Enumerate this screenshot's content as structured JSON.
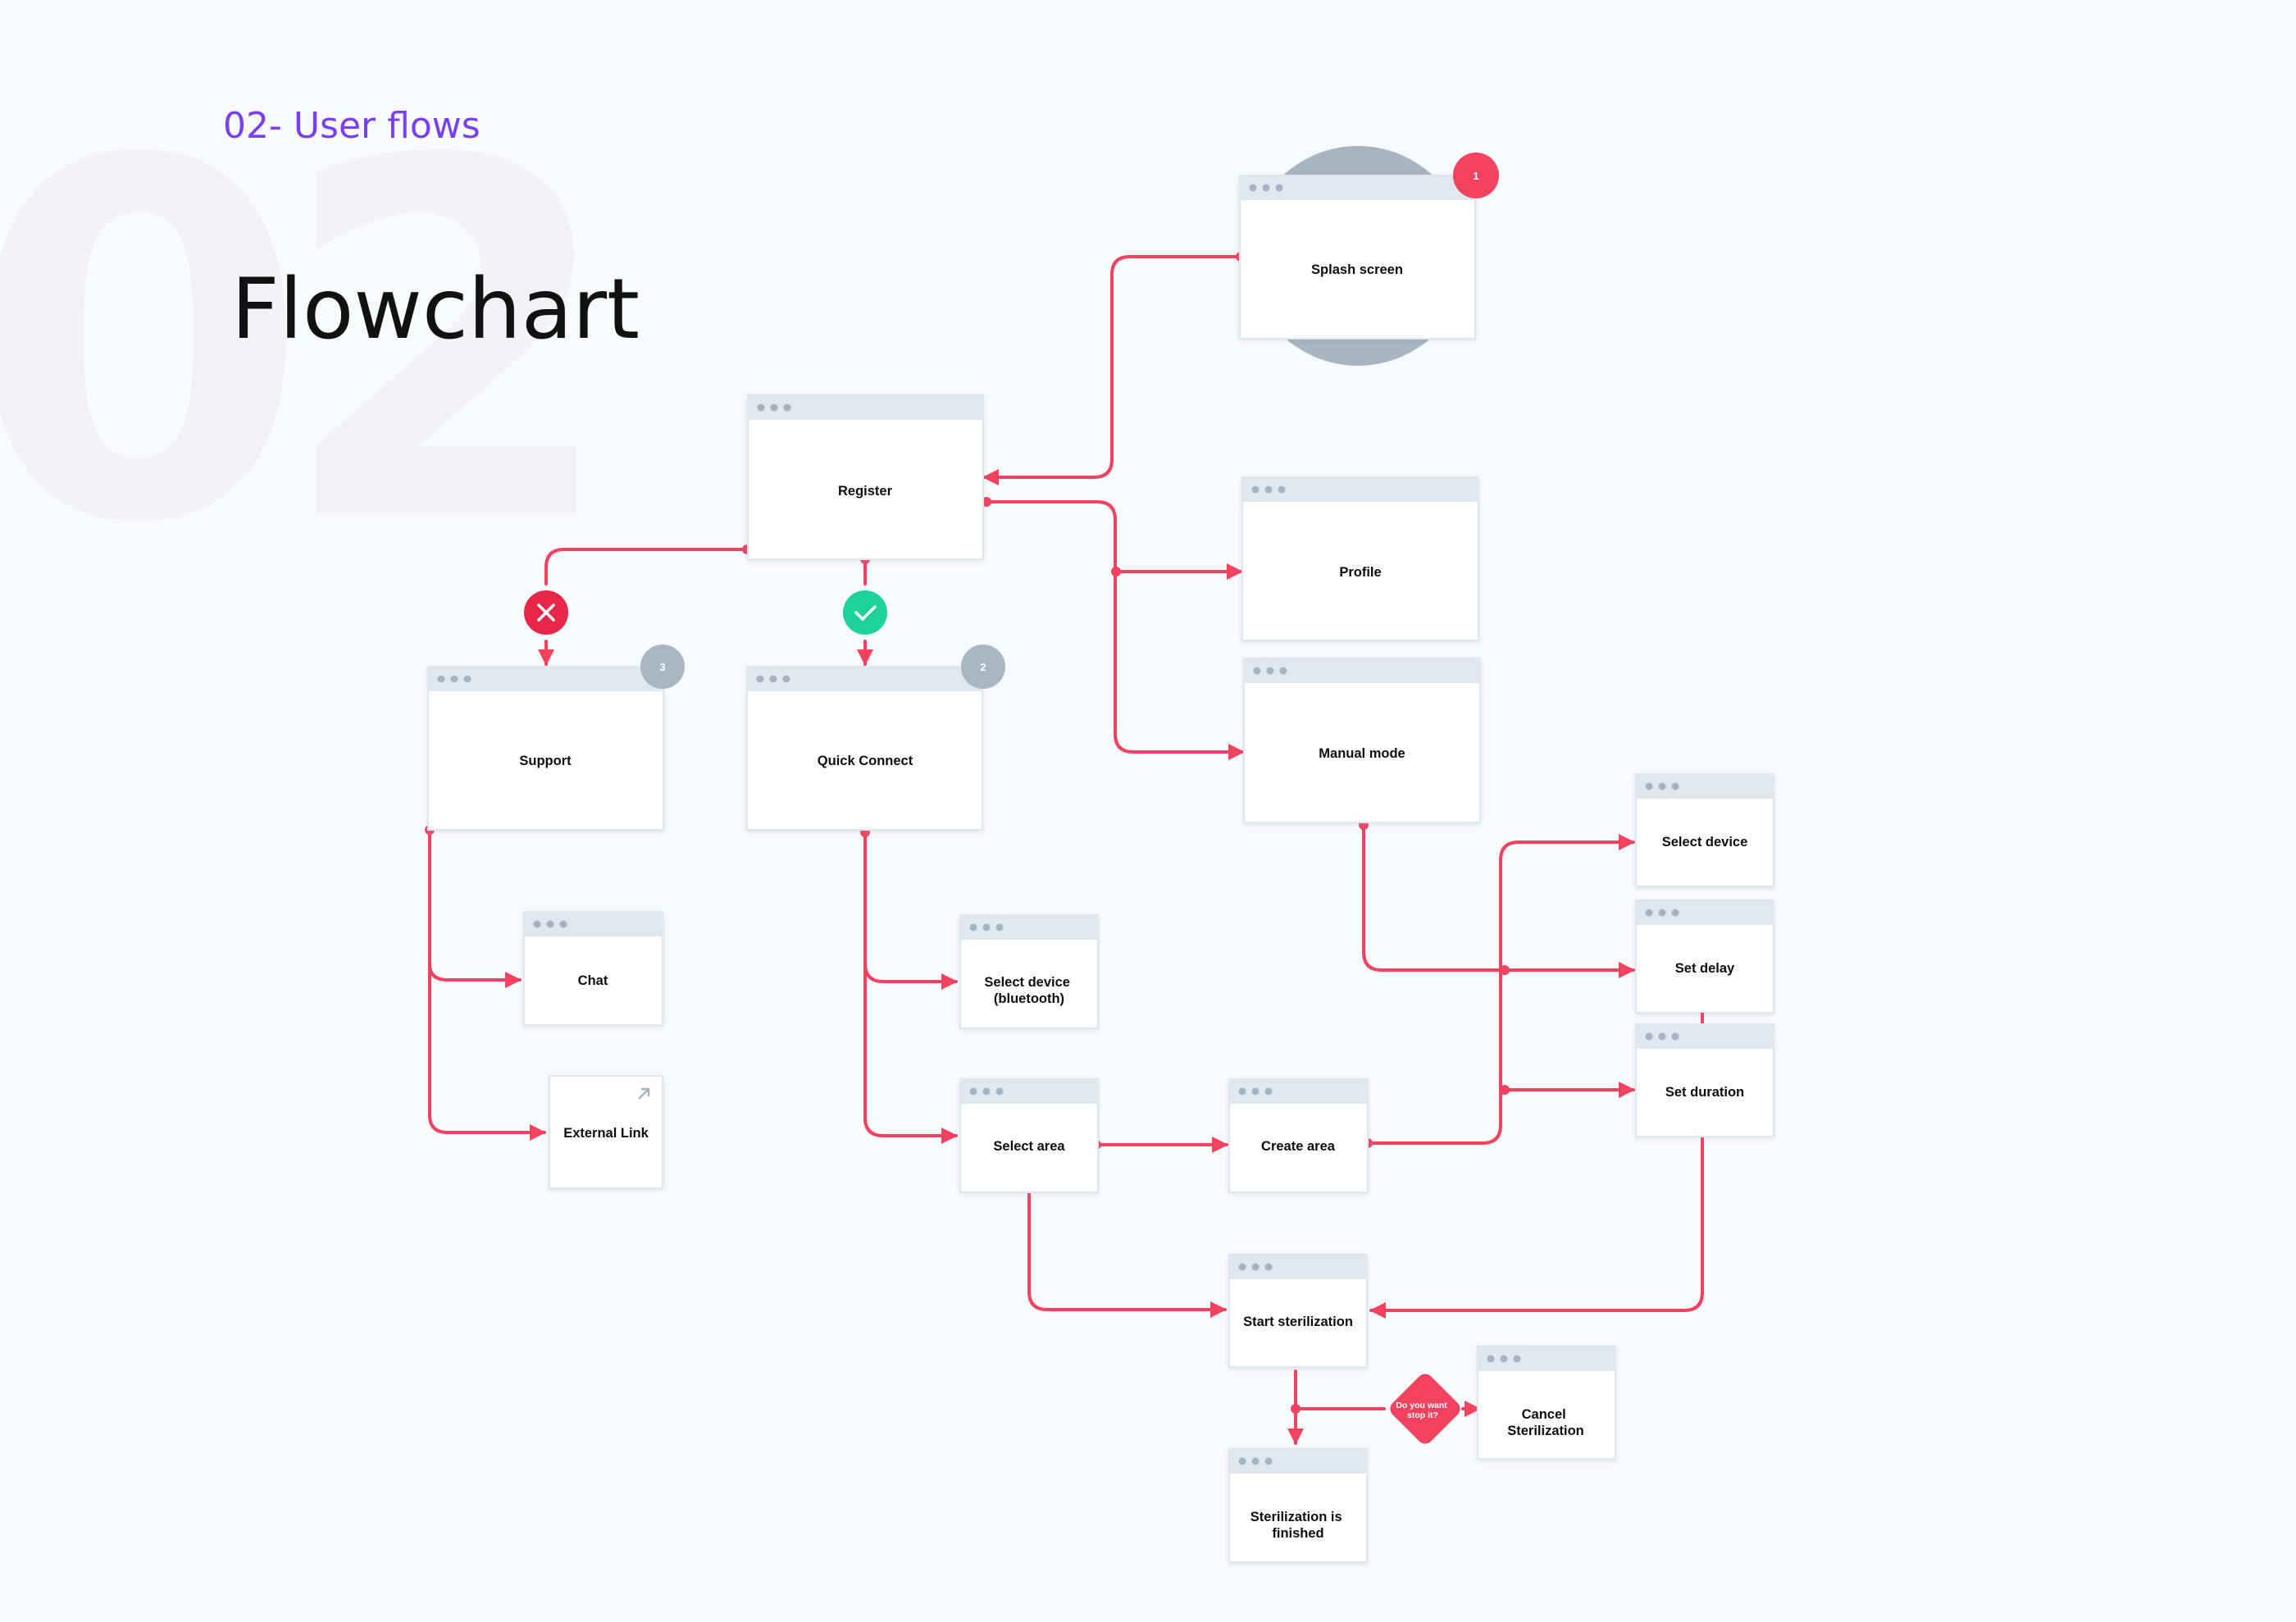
{
  "header": {
    "section_label": "02- User flows",
    "title": "Flowchart",
    "background_number": "02"
  },
  "colors": {
    "accent": "#7b3ff2",
    "connector": "#f2425f",
    "success": "#1ed39a",
    "error": "#e7264a",
    "badge_grey": "#a9b7c4",
    "titlebar": "#dfe7ef"
  },
  "nodes": {
    "splash": "Splash screen",
    "register": "Register",
    "profile": "Profile",
    "manual_mode": "Manual mode",
    "support": "Support",
    "quick_connect": "Quick Connect",
    "chat": "Chat",
    "external_link": "External Link",
    "select_device_bt_line1": "Select device",
    "select_device_bt_line2": "(bluetooth)",
    "select_area": "Select area",
    "create_area": "Create area",
    "select_device": "Select device",
    "set_delay": "Set delay",
    "set_duration": "Set duration",
    "start_sterilization": "Start sterilization",
    "cancel_line1": "Cancel",
    "cancel_line2": "Sterilization",
    "finished_line1": "Sterilization is",
    "finished_line2": "finished"
  },
  "badges": {
    "splash": "1",
    "quick_connect": "2",
    "support": "3"
  },
  "decision": {
    "line1": "Do you want",
    "line2": "stop it?"
  },
  "icons": {
    "error": "cross-icon",
    "success": "check-icon",
    "external": "arrow-up-right-icon"
  }
}
